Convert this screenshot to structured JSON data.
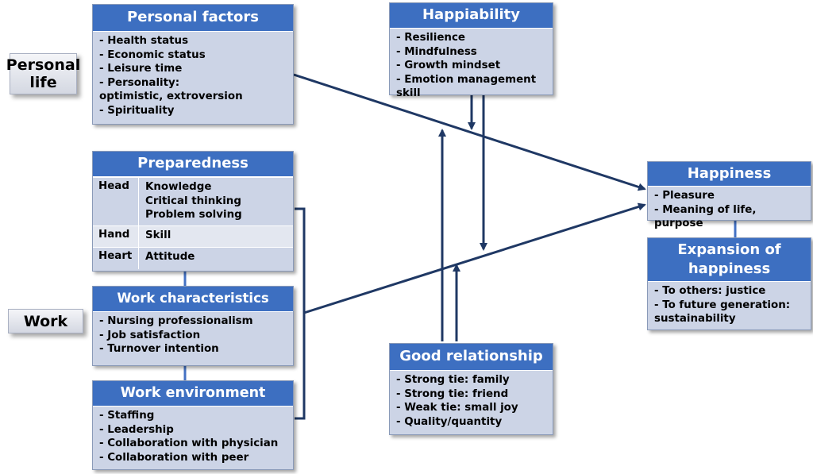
{
  "side_labels": {
    "personal": "Personal\nlife",
    "work": "Work"
  },
  "personal_factors": {
    "title": "Personal factors",
    "items": [
      "- Health status",
      "- Economic status",
      "- Leisure time",
      "- Personality:\n  optimistic, extroversion",
      "- Spirituality"
    ]
  },
  "happiability": {
    "title": "Happiability",
    "items": [
      "- Resilience",
      "- Mindfulness",
      "- Growth mindset",
      "- Emotion management skill"
    ]
  },
  "preparedness": {
    "title": "Preparedness",
    "rows": [
      {
        "key": "Head",
        "value": "Knowledge\nCritical thinking\nProblem solving"
      },
      {
        "key": "Hand",
        "value": "Skill"
      },
      {
        "key": "Heart",
        "value": "Attitude"
      }
    ]
  },
  "work_characteristics": {
    "title": "Work characteristics",
    "items": [
      "- Nursing professionalism",
      "- Job satisfaction",
      "- Turnover intention"
    ]
  },
  "work_environment": {
    "title": "Work environment",
    "items": [
      "- Staffing",
      "- Leadership",
      "- Collaboration with physician",
      "- Collaboration with peer"
    ]
  },
  "good_relationship": {
    "title": "Good relationship",
    "items": [
      "- Strong tie: family",
      "- Strong tie: friend",
      "- Weak tie: small joy",
      "- Quality/quantity"
    ]
  },
  "happiness": {
    "title": "Happiness",
    "items": [
      "- Pleasure",
      "- Meaning of life, purpose"
    ]
  },
  "expansion": {
    "title": "Expansion of\nhappiness",
    "items": [
      "- To others: justice",
      "- To future generation:\n  sustainability"
    ]
  },
  "colors": {
    "header": "#3d6fc1",
    "body": "#ccd4e6",
    "arrow": "#1f3864",
    "connector": "#4472c4"
  }
}
